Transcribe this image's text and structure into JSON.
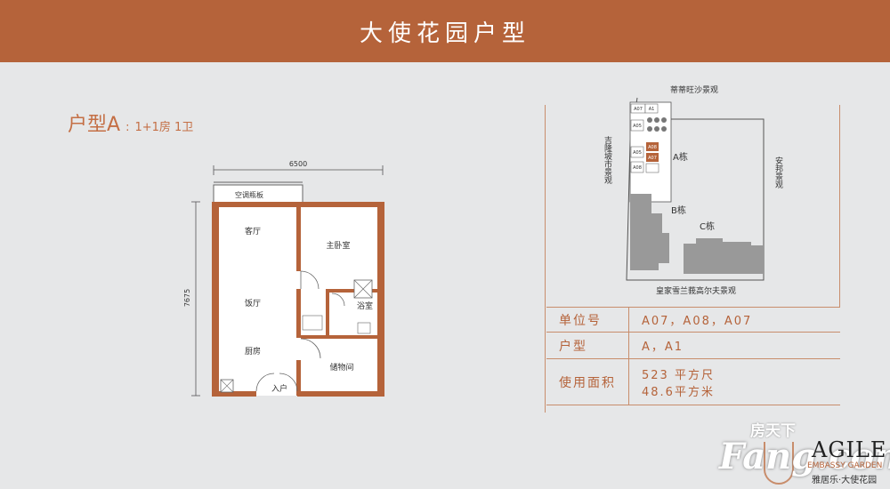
{
  "header": {
    "title": "大使花园户型"
  },
  "unit_type": {
    "title": "户型A",
    "separator": ":",
    "subtitle": "1+1房 1卫"
  },
  "floor_plan": {
    "width_dim": "6500",
    "height_dim": "7675",
    "rooms": {
      "ac_panel": "空调瓶板",
      "living": "客厅",
      "master": "主卧室",
      "dining": "饭厅",
      "bath": "浴室",
      "kitchen": "厨房",
      "storage": "储物间",
      "entrance": "入户"
    }
  },
  "site_plan": {
    "north_view": "蒂蒂旺沙景观",
    "west_view": "吉隆坡市景观",
    "east_view": "安邦景观",
    "south_view": "皇家雪兰莪高尔夫景观",
    "block_a": "A栋",
    "block_b": "B栋",
    "block_c": "C栋",
    "unit_labels": [
      "A07",
      "A1",
      "A05",
      "A08",
      "A07",
      "A05",
      "A08"
    ],
    "highlight_color": "#b5633a"
  },
  "info": {
    "unit_no_label": "单位号",
    "unit_no_value": "A07，A08，A07",
    "type_label": "户型",
    "type_value": "A，A1",
    "area_label": "使用面积",
    "area_sqft": "523 平方尺",
    "area_sqm": "48.6平方米"
  },
  "brand": {
    "watermark_cn": "房天下",
    "watermark_en": "Fang.com",
    "name": "AGILE",
    "name_en": "EMBASSY GARDEN",
    "name_cn": "雅居乐·大使花园"
  },
  "colors": {
    "accent": "#b5633a",
    "background": "#e6e7e8",
    "wall": "#b5633a"
  }
}
